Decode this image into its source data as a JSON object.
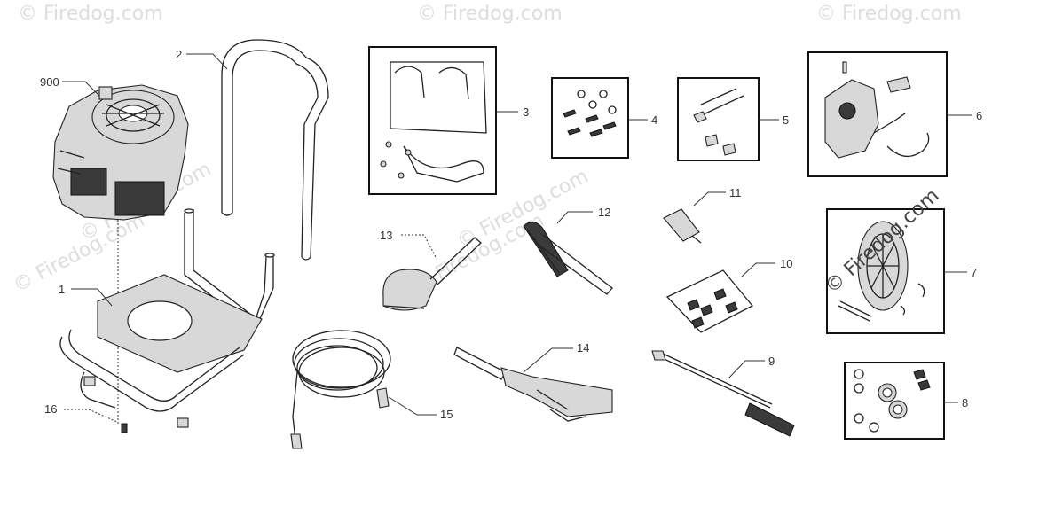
{
  "diagram": {
    "callouts": [
      "900",
      "2",
      "3",
      "4",
      "5",
      "6",
      "13",
      "12",
      "11",
      "10",
      "7",
      "1",
      "16",
      "15",
      "14",
      "9",
      "8"
    ],
    "watermark": "© Firedog.com"
  }
}
